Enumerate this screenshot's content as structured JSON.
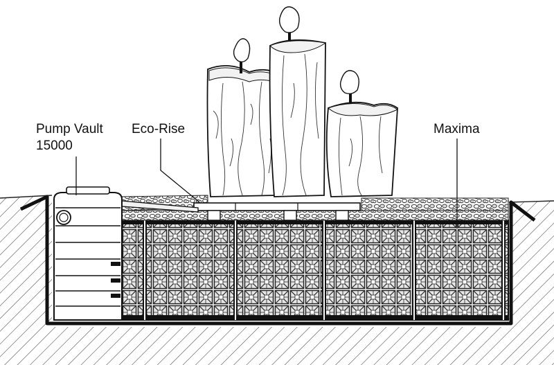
{
  "labels": {
    "pump_vault_line1": "Pump Vault",
    "pump_vault_line2": "15000",
    "eco_rise": "Eco-Rise",
    "maxima": "Maxima"
  },
  "colors": {
    "ink": "#111111",
    "background": "#ffffff",
    "soil_hatch": "#555555",
    "grate_fill": "#dddddd"
  },
  "icons": {
    "fountain": "basalt-column-icon",
    "gravel": "gravel-icon"
  }
}
